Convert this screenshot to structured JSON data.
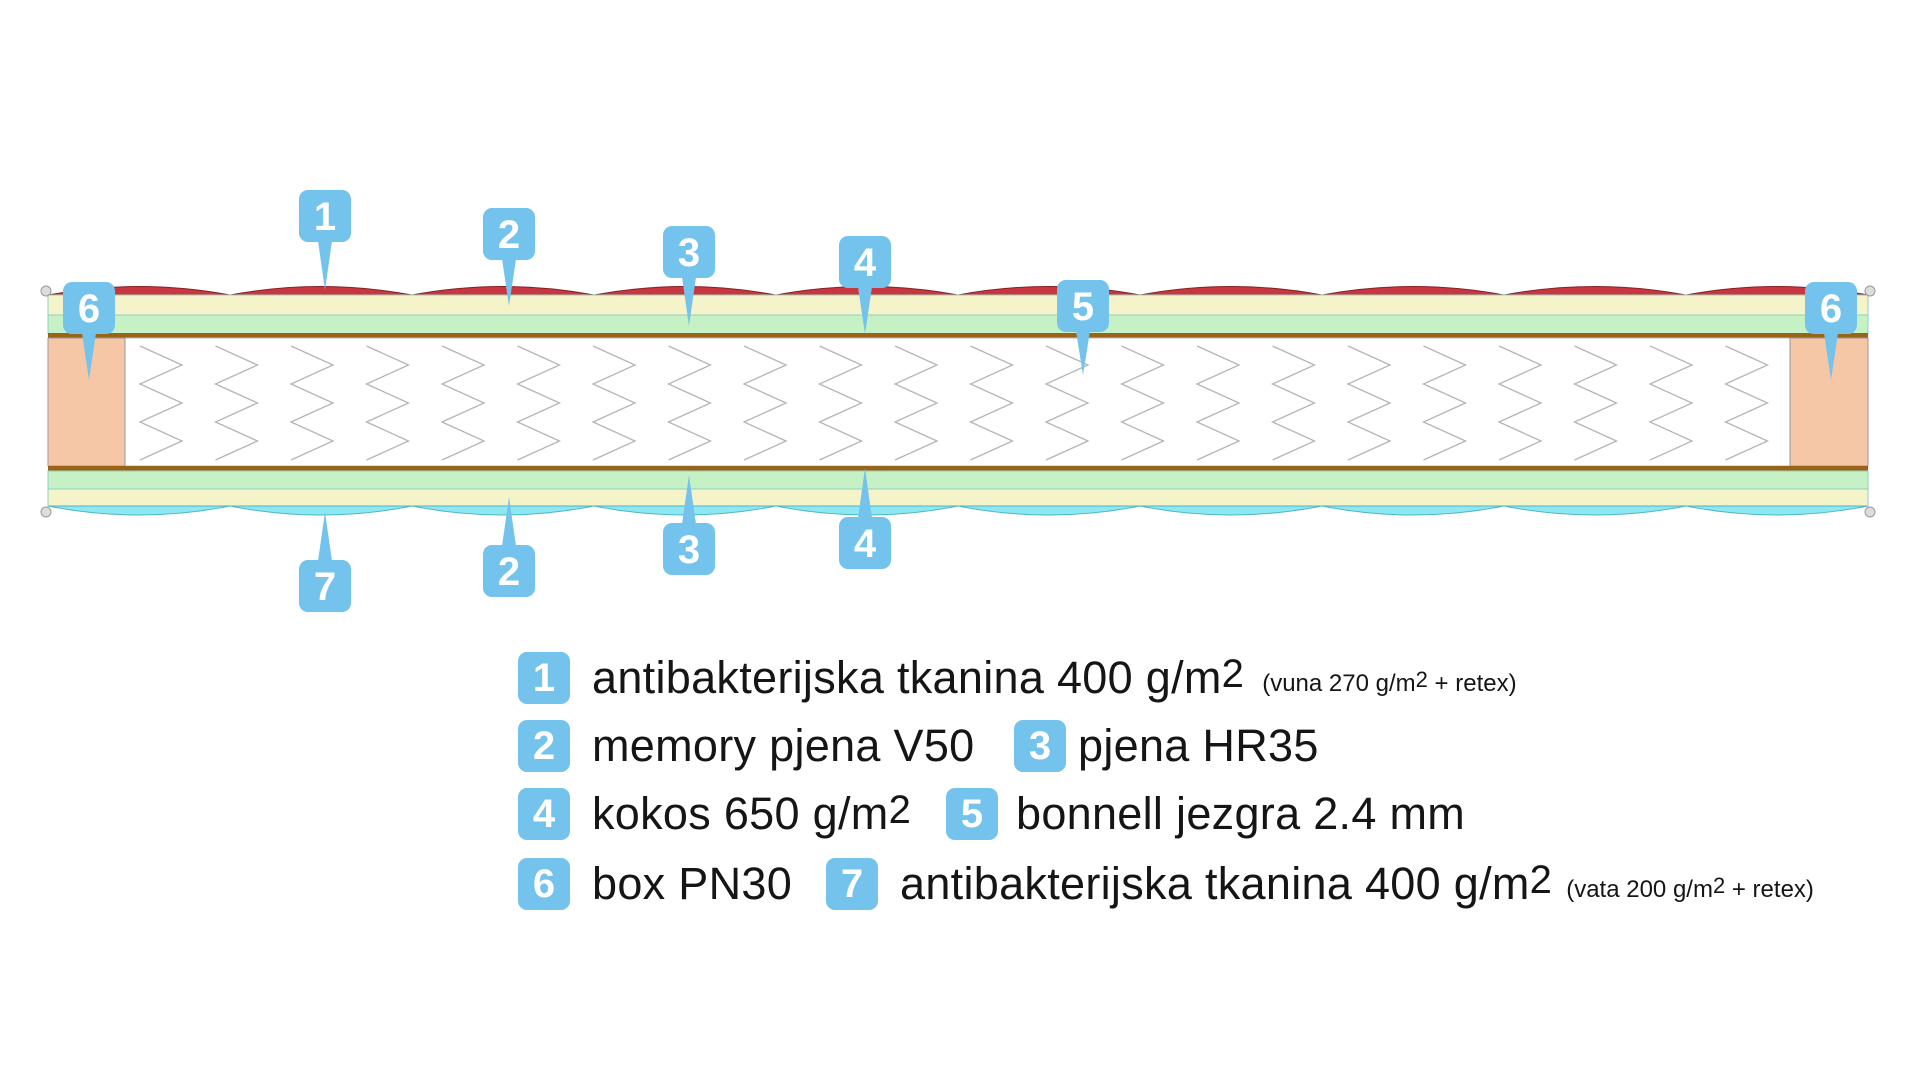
{
  "colors": {
    "badge": "#74c3ec",
    "fabric_top": "#c8373f",
    "memory_foam": "#f5f3c9",
    "foam_hr35": "#c6f1c4",
    "coconut": "#9a6418",
    "box": "#f6c7a6",
    "fabric_bottom": "#8ee8f2",
    "spring": "#b5b5b5"
  },
  "callouts_top": [
    "1",
    "2",
    "3",
    "4",
    "5",
    "6",
    "6"
  ],
  "callouts_bottom": [
    "7",
    "2",
    "3",
    "4"
  ],
  "legend": [
    {
      "num": "1",
      "text": "antibakterijska tkanina 400 g/m",
      "sup": "2",
      "note": "(vuna 270 g/m",
      "note_sup": "2",
      "note_end": " + retex)"
    },
    {
      "num": "2",
      "text": "memory pjena V50"
    },
    {
      "num": "3",
      "text": "pjena HR35"
    },
    {
      "num": "4",
      "text": "kokos 650 g/m",
      "sup": "2"
    },
    {
      "num": "5",
      "text": "bonnell jezgra 2.4 mm"
    },
    {
      "num": "6",
      "text": "box PN30"
    },
    {
      "num": "7",
      "text": "antibakterijska tkanina 400 g/m",
      "sup": "2",
      "note": "(vata 200 g/m",
      "note_sup": "2",
      "note_end": " + retex)"
    }
  ]
}
